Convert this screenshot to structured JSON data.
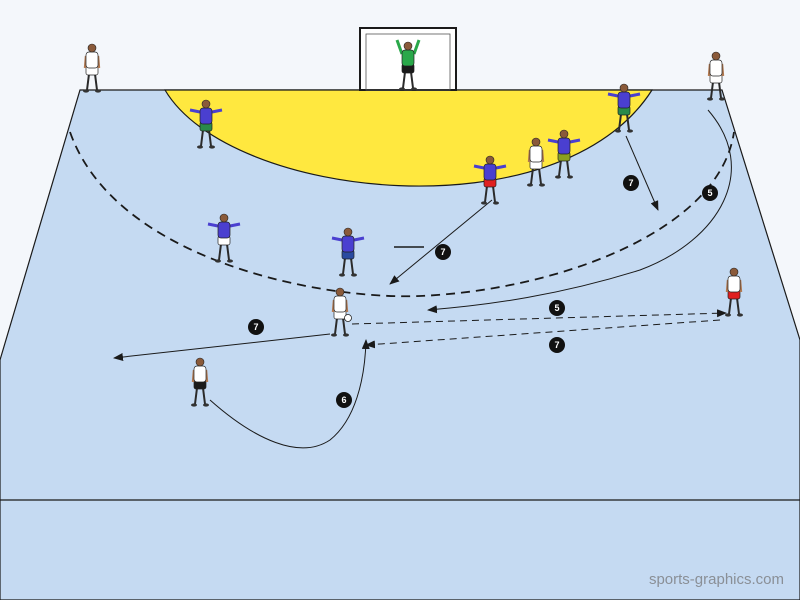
{
  "watermark": "sports-graphics.com",
  "colors": {
    "court": "#c5daf2",
    "goal_area": "#ffe83f",
    "lines": "#1a1a1a",
    "defense_shirt": "#4a3fd0",
    "attack_shirt": "#ffffff",
    "goalkeeper_shirt": "#2aa84a"
  },
  "markers": [
    {
      "label": "7"
    },
    {
      "label": "5"
    },
    {
      "label": "7"
    },
    {
      "label": "7"
    },
    {
      "label": "5"
    },
    {
      "label": "7"
    },
    {
      "label": "6"
    }
  ],
  "players": [
    {
      "role": "goalkeeper",
      "shirt": "#2aa84a",
      "shorts": "#1a1a1a"
    },
    {
      "role": "defender",
      "shirt": "#4a3fd0",
      "shorts": "#2a8a4a"
    },
    {
      "role": "defender",
      "shirt": "#4a3fd0",
      "shorts": "#2a8a4a"
    },
    {
      "role": "defender",
      "shirt": "#4a3fd0",
      "shorts": "#e02020"
    },
    {
      "role": "defender",
      "shirt": "#4a3fd0",
      "shorts": "#8aa020"
    },
    {
      "role": "defender",
      "shirt": "#4a3fd0",
      "shorts": "#ffffff"
    },
    {
      "role": "defender",
      "shirt": "#4a3fd0",
      "shorts": "#2a4aa0"
    },
    {
      "role": "attacker",
      "shirt": "#ffffff",
      "shorts": "#ffffff"
    },
    {
      "role": "attacker",
      "shirt": "#ffffff",
      "shorts": "#ffffff"
    },
    {
      "role": "attacker",
      "shirt": "#ffffff",
      "shorts": "#ffffff"
    },
    {
      "role": "attacker",
      "shirt": "#ffffff",
      "shorts": "#e02020"
    },
    {
      "role": "attacker",
      "shirt": "#ffffff",
      "shorts": "#ffffff"
    },
    {
      "role": "attacker",
      "shirt": "#ffffff",
      "shorts": "#1a1a1a"
    },
    {
      "role": "attacker",
      "shirt": "#ffffff",
      "shorts": "#ffffff"
    }
  ]
}
